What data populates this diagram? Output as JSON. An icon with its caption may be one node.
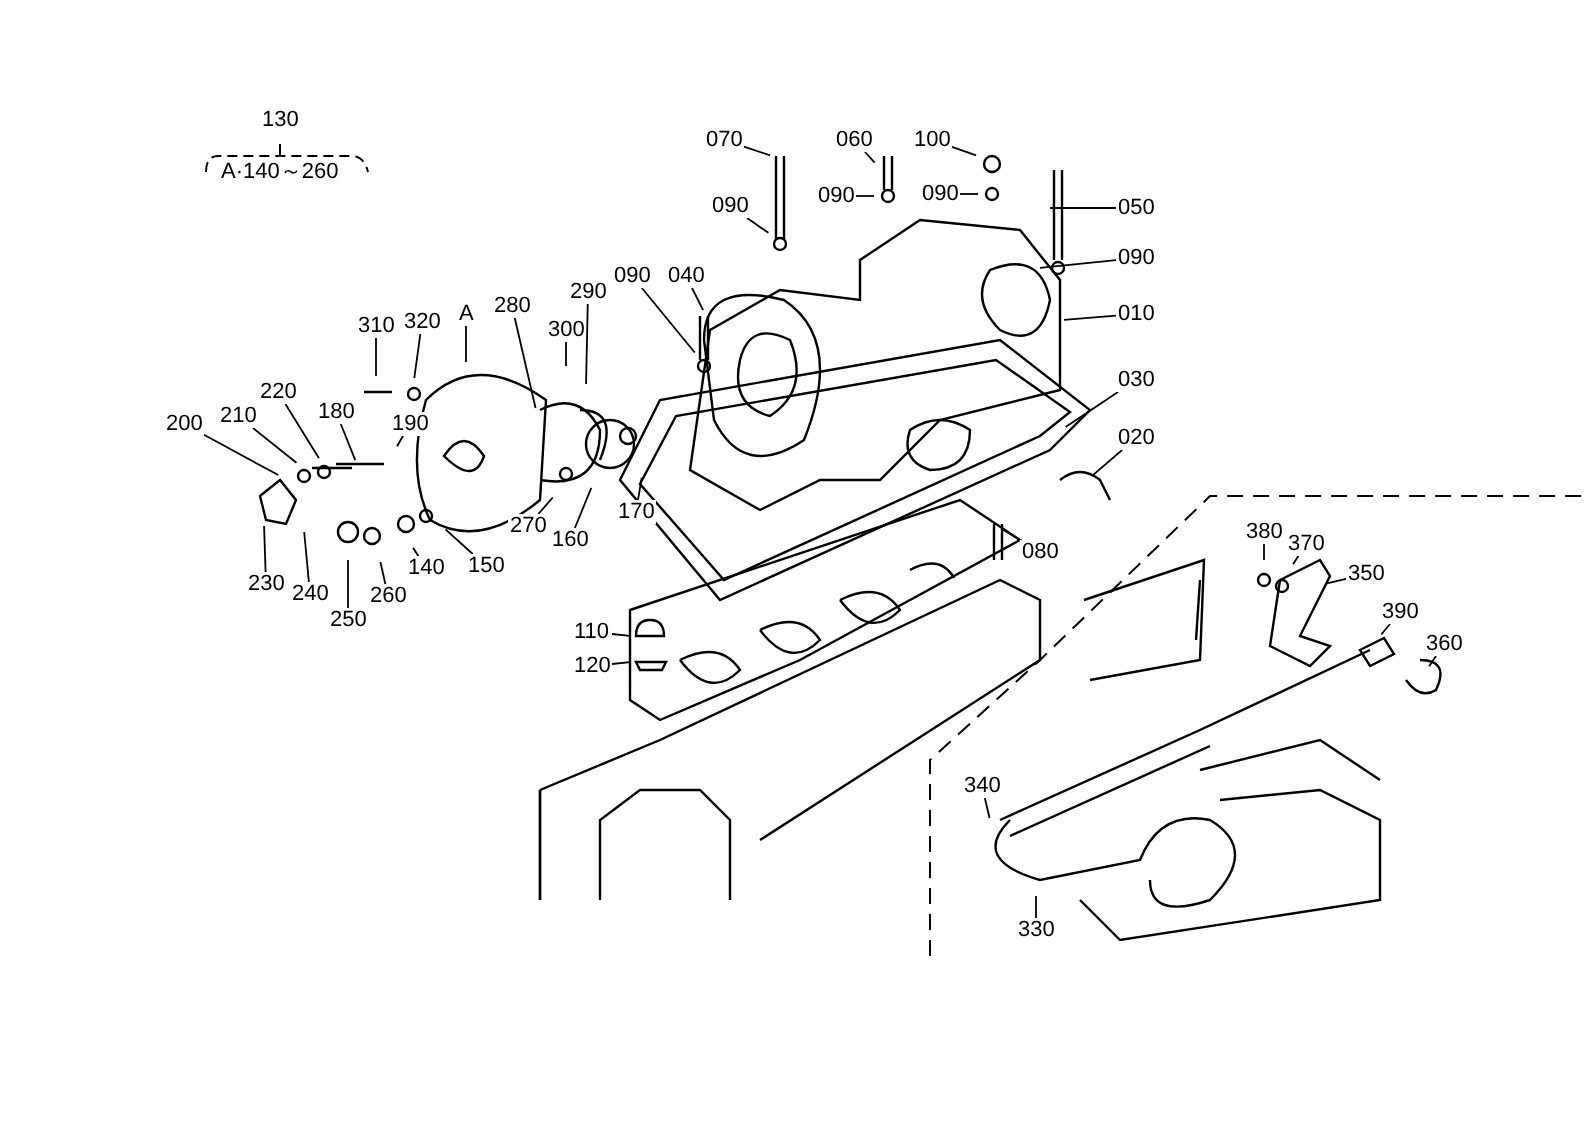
{
  "diagram": {
    "nodes": [
      {
        "text": [
          "070"
        ]
      },
      {
        "text": [
          "060"
        ]
      },
      {
        "text": [
          "100"
        ]
      },
      {
        "text": [
          "090"
        ]
      },
      {
        "text": [
          "090"
        ]
      },
      {
        "text": [
          "090"
        ]
      },
      {
        "text": [
          "050"
        ]
      },
      {
        "text": [
          "090"
        ]
      },
      {
        "text": [
          "010"
        ]
      },
      {
        "text": [
          "090"
        ]
      },
      {
        "text": [
          "040"
        ]
      },
      {
        "text": [
          "A"
        ]
      },
      {
        "text": [
          "280"
        ]
      },
      {
        "text": [
          "300"
        ]
      },
      {
        "text": [
          "290"
        ]
      },
      {
        "text": [
          "310"
        ]
      },
      {
        "text": [
          "320"
        ]
      },
      {
        "text": [
          "220"
        ]
      },
      {
        "text": [
          "180"
        ]
      },
      {
        "text": [
          "210"
        ]
      },
      {
        "text": [
          "200"
        ]
      },
      {
        "text": [
          "190"
        ]
      },
      {
        "text": [
          "030"
        ]
      },
      {
        "text": [
          "020"
        ]
      },
      {
        "text": [
          "270"
        ]
      },
      {
        "text": [
          "160"
        ]
      },
      {
        "text": [
          "170"
        ]
      },
      {
        "text": [
          "140"
        ]
      },
      {
        "text": [
          "150"
        ]
      },
      {
        "text": [
          "230"
        ]
      },
      {
        "text": [
          "240"
        ]
      },
      {
        "text": [
          "250"
        ]
      },
      {
        "text": [
          "260"
        ]
      },
      {
        "text": [
          "080"
        ]
      },
      {
        "text": [
          "110"
        ]
      },
      {
        "text": [
          "120"
        ]
      },
      {
        "text": [
          "380"
        ]
      },
      {
        "text": [
          "370"
        ]
      },
      {
        "text": [
          "350"
        ]
      },
      {
        "text": [
          "390"
        ]
      },
      {
        "text": [
          "360"
        ]
      },
      {
        "text": [
          "340"
        ]
      },
      {
        "text": [
          "330"
        ]
      }
    ],
    "edges": [
      {
        "from": 0,
        "to": null,
        "arrow": "none"
      },
      {
        "from": 1,
        "to": null,
        "arrow": "none"
      },
      {
        "from": 2,
        "to": null,
        "arrow": "none"
      },
      {
        "from": 3,
        "to": null,
        "arrow": "none"
      },
      {
        "from": 4,
        "to": null,
        "arrow": "none"
      },
      {
        "from": 5,
        "to": null,
        "arrow": "none"
      },
      {
        "from": 6,
        "to": null,
        "arrow": "none"
      },
      {
        "from": 7,
        "to": null,
        "arrow": "none"
      },
      {
        "from": 8,
        "to": null,
        "arrow": "none"
      },
      {
        "from": 9,
        "to": null,
        "arrow": "none"
      },
      {
        "from": 10,
        "to": null,
        "arrow": "none"
      },
      {
        "from": 11,
        "to": null,
        "arrow": "none"
      },
      {
        "from": 12,
        "to": null,
        "arrow": "none"
      },
      {
        "from": 13,
        "to": null,
        "arrow": "none"
      },
      {
        "from": 14,
        "to": null,
        "arrow": "none"
      },
      {
        "from": 15,
        "to": null,
        "arrow": "none"
      },
      {
        "from": 16,
        "to": null,
        "arrow": "none"
      },
      {
        "from": 17,
        "to": null,
        "arrow": "none"
      },
      {
        "from": 18,
        "to": null,
        "arrow": "none"
      },
      {
        "from": 19,
        "to": null,
        "arrow": "none"
      },
      {
        "from": 20,
        "to": null,
        "arrow": "none"
      },
      {
        "from": 21,
        "to": null,
        "arrow": "none"
      },
      {
        "from": 22,
        "to": null,
        "arrow": "none"
      },
      {
        "from": 23,
        "to": null,
        "arrow": "none"
      },
      {
        "from": 24,
        "to": null,
        "arrow": "none"
      },
      {
        "from": 25,
        "to": null,
        "arrow": "none"
      },
      {
        "from": 26,
        "to": null,
        "arrow": "none"
      },
      {
        "from": 27,
        "to": null,
        "arrow": "none"
      },
      {
        "from": 28,
        "to": null,
        "arrow": "none"
      },
      {
        "from": 29,
        "to": null,
        "arrow": "none"
      },
      {
        "from": 30,
        "to": null,
        "arrow": "none"
      },
      {
        "from": 31,
        "to": null,
        "arrow": "none"
      },
      {
        "from": 32,
        "to": null,
        "arrow": "none"
      },
      {
        "from": 33,
        "to": null,
        "arrow": "none"
      },
      {
        "from": 34,
        "to": null,
        "arrow": "none"
      },
      {
        "from": 35,
        "to": null,
        "arrow": "none"
      },
      {
        "from": 36,
        "to": null,
        "arrow": "none"
      },
      {
        "from": 37,
        "to": null,
        "arrow": "none"
      },
      {
        "from": 38,
        "to": null,
        "arrow": "none"
      },
      {
        "from": 39,
        "to": null,
        "arrow": "none"
      },
      {
        "from": 40,
        "to": null,
        "arrow": "none"
      },
      {
        "from": 41,
        "to": null,
        "arrow": "none"
      },
      {
        "from": 42,
        "to": null,
        "arrow": "none"
      }
    ],
    "labels": [
      "130",
      "A·140～260"
    ]
  }
}
